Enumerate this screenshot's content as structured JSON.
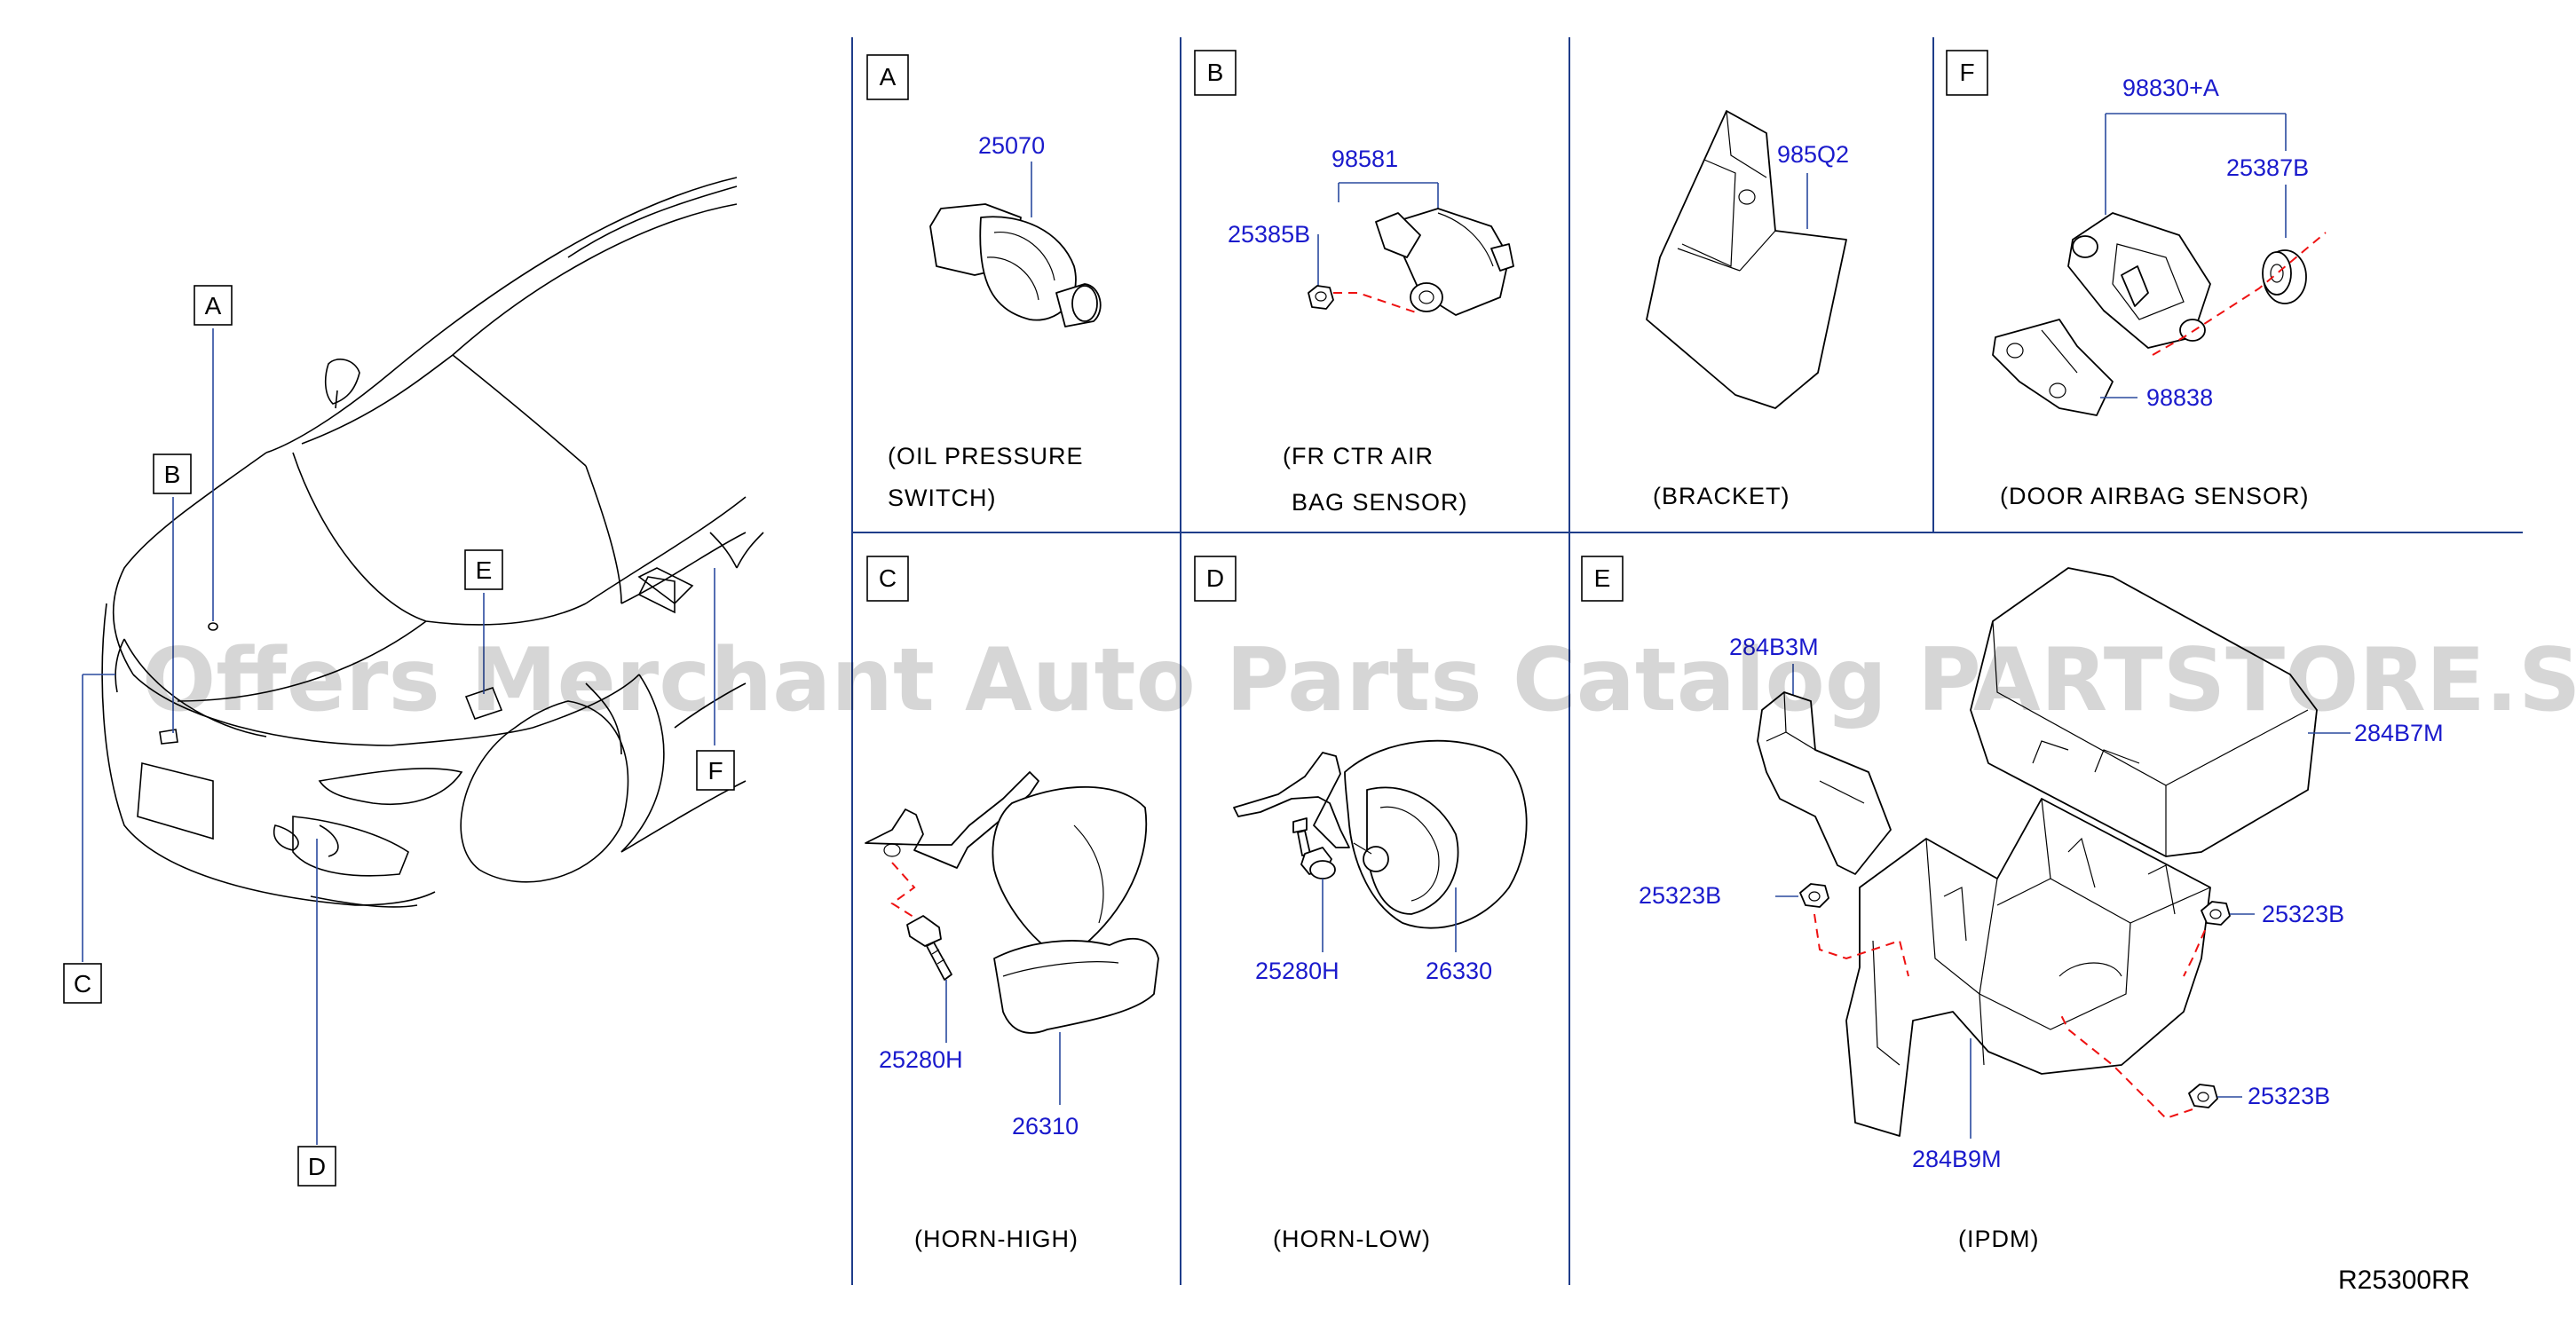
{
  "car": {
    "callouts": [
      "A",
      "B",
      "E",
      "F",
      "C",
      "D"
    ]
  },
  "panels": {
    "A": {
      "key": "A",
      "part": "25070",
      "caption_line1": "(OIL PRESSURE",
      "caption_line2": "SWITCH)"
    },
    "B": {
      "key": "B",
      "part_sensor": "98581",
      "part_bolt": "25385B",
      "caption_line1": "(FR CTR AIR",
      "caption_line2": "BAG SENSOR)"
    },
    "bracket": {
      "part": "985Q2",
      "caption": "(BRACKET)"
    },
    "F": {
      "key": "F",
      "part_group": "98830+A",
      "part_spacer": "25387B",
      "part_bracket": "98838",
      "caption": "(DOOR AIRBAG SENSOR)"
    },
    "C": {
      "key": "C",
      "part_bolt": "25280H",
      "part_horn": "26310",
      "caption": "(HORN-HIGH)"
    },
    "D": {
      "key": "D",
      "part_bolt": "25280H",
      "part_horn": "26330",
      "caption": "(HORN-LOW)"
    },
    "E": {
      "key": "E",
      "part_bracket": "284B3M",
      "part_cover": "284B7M",
      "part_nut_left": "25323B",
      "part_nut_right": "25323B",
      "part_nut_bottom": "25323B",
      "part_box": "284B9M",
      "caption": "(IPDM)"
    }
  },
  "reference_code": "R25300RR",
  "watermark": "Offers Merchant Auto Parts Catalog PARTSTORE.SA"
}
